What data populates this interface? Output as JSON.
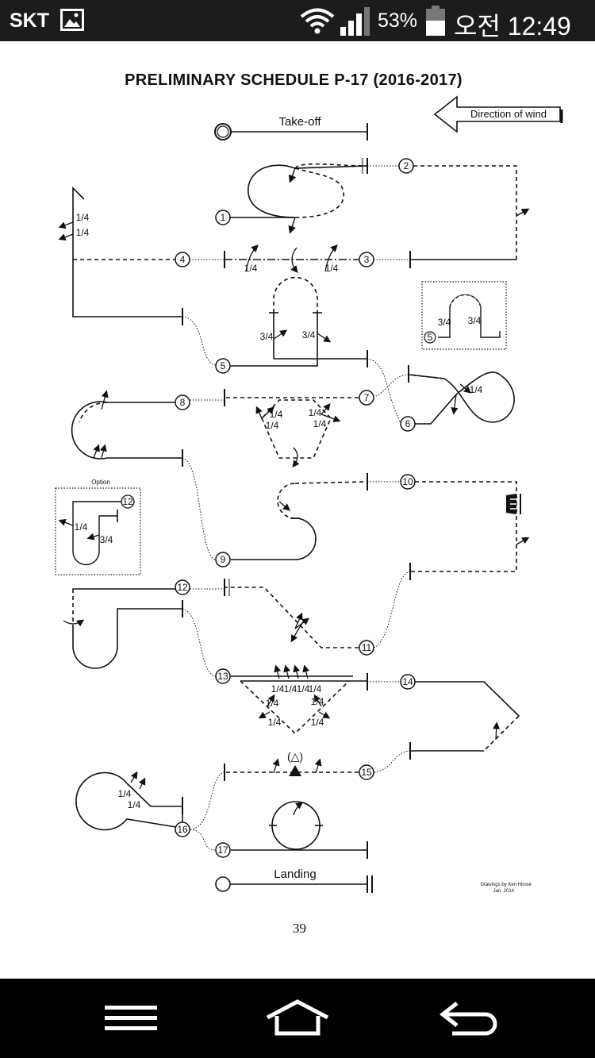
{
  "status_bar": {
    "carrier": "SKT",
    "battery_percent": "53%",
    "time": "오전 12:49",
    "icons": [
      "gallery-icon",
      "wifi-icon",
      "signal-icon",
      "battery-icon"
    ]
  },
  "document": {
    "title": "PRELIMINARY SCHEDULE P-17   (2016-2017)",
    "wind_label": "Direction of wind",
    "takeoff_label": "Take-off",
    "landing_label": "Landing",
    "option_label": "Option",
    "triangle_label": "(△)",
    "credit_line1": "Drawings by Ken Hirose",
    "credit_line2": "Jan. 2014",
    "page_number": "39",
    "maneuvers": [
      "1",
      "2",
      "3",
      "4",
      "5",
      "6",
      "7",
      "8",
      "9",
      "10",
      "11",
      "12",
      "13",
      "14",
      "15",
      "16",
      "17"
    ],
    "inset_maneuvers": [
      "5",
      "12"
    ],
    "fractions": {
      "quarter": "1/4",
      "three_quarter": "3/4"
    }
  },
  "nav_bar": {
    "buttons": [
      "menu",
      "home",
      "back"
    ]
  }
}
